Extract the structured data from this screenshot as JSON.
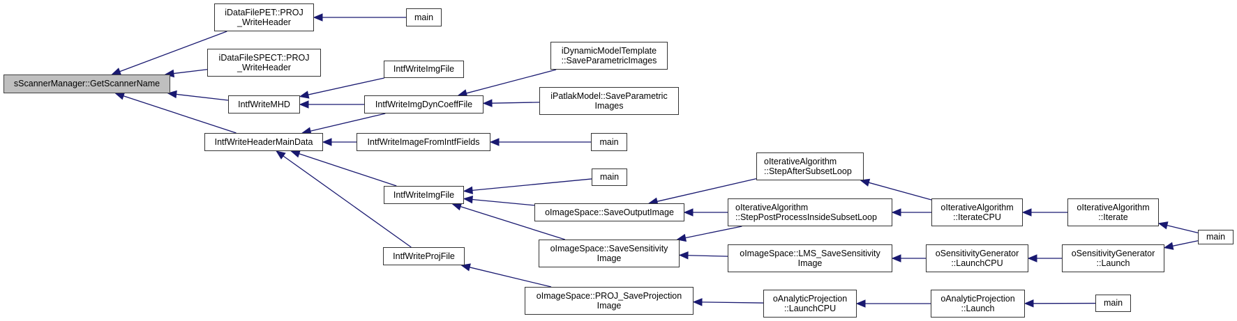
{
  "diagram": {
    "type": "call-graph",
    "edge_color": "#191970",
    "root_fill": "#bfbfbf",
    "nodes": [
      {
        "id": "root",
        "lines": [
          "sScannerManager::GetScannerName"
        ],
        "root": true
      },
      {
        "id": "pet",
        "lines": [
          "iDataFilePET::PROJ",
          "_WriteHeader"
        ]
      },
      {
        "id": "main1",
        "lines": [
          "main"
        ]
      },
      {
        "id": "spect",
        "lines": [
          "iDataFileSPECT::PROJ",
          "_WriteHeader"
        ]
      },
      {
        "id": "imgfile1",
        "lines": [
          "IntfWriteImgFile"
        ]
      },
      {
        "id": "mhd",
        "lines": [
          "IntfWriteMHD"
        ]
      },
      {
        "id": "dyncoeff",
        "lines": [
          "IntfWriteImgDynCoeffFile"
        ]
      },
      {
        "id": "dynmodel",
        "lines": [
          "iDynamicModelTemplate",
          "::SaveParametricImages"
        ]
      },
      {
        "id": "patlak",
        "lines": [
          "iPatlakModel::SaveParametric",
          "Images"
        ]
      },
      {
        "id": "headermain",
        "lines": [
          "IntfWriteHeaderMainData"
        ]
      },
      {
        "id": "imgfromfields",
        "lines": [
          "IntfWriteImageFromIntfFields"
        ]
      },
      {
        "id": "main2",
        "lines": [
          "main"
        ]
      },
      {
        "id": "imgfile2",
        "lines": [
          "IntfWriteImgFile"
        ]
      },
      {
        "id": "main3",
        "lines": [
          "main"
        ]
      },
      {
        "id": "saveoutput",
        "lines": [
          "oImageSpace::SaveOutputImage"
        ]
      },
      {
        "id": "savesens",
        "lines": [
          "oImageSpace::SaveSensitivity",
          "Image"
        ]
      },
      {
        "id": "projfile",
        "lines": [
          "IntfWriteProjFile"
        ]
      },
      {
        "id": "saveproj",
        "lines": [
          "oImageSpace::PROJ_SaveProjection",
          "Image"
        ]
      },
      {
        "id": "stepafter",
        "lines": [
          "oIterativeAlgorithm",
          "::StepAfterSubsetLoop"
        ],
        "left": true
      },
      {
        "id": "steppost",
        "lines": [
          "oIterativeAlgorithm",
          "::StepPostProcessInsideSubsetLoop"
        ],
        "left": true
      },
      {
        "id": "lmssens",
        "lines": [
          "oImageSpace::LMS_SaveSensitivity",
          "Image"
        ]
      },
      {
        "id": "analyticcpu",
        "lines": [
          "oAnalyticProjection",
          "::LaunchCPU"
        ]
      },
      {
        "id": "iteratecpu",
        "lines": [
          "oIterativeAlgorithm",
          "::IterateCPU"
        ]
      },
      {
        "id": "sensgencpu",
        "lines": [
          "oSensitivityGenerator",
          "::LaunchCPU"
        ]
      },
      {
        "id": "analyticlaunch",
        "lines": [
          "oAnalyticProjection",
          "::Launch"
        ]
      },
      {
        "id": "iterate",
        "lines": [
          "oIterativeAlgorithm",
          "::Iterate"
        ]
      },
      {
        "id": "sensgenlaunch",
        "lines": [
          "oSensitivityGenerator",
          "::Launch"
        ]
      },
      {
        "id": "main4",
        "lines": [
          "main"
        ]
      },
      {
        "id": "main5",
        "lines": [
          "main"
        ]
      }
    ],
    "edges": [
      {
        "from": "pet",
        "to": "root"
      },
      {
        "from": "spect",
        "to": "root"
      },
      {
        "from": "mhd",
        "to": "root"
      },
      {
        "from": "headermain",
        "to": "root"
      },
      {
        "from": "main1",
        "to": "pet"
      },
      {
        "from": "imgfile1",
        "to": "mhd"
      },
      {
        "from": "dyncoeff",
        "to": "mhd"
      },
      {
        "from": "dyncoeff",
        "to": "headermain"
      },
      {
        "from": "dynmodel",
        "to": "dyncoeff"
      },
      {
        "from": "patlak",
        "to": "dyncoeff"
      },
      {
        "from": "imgfromfields",
        "to": "headermain"
      },
      {
        "from": "main2",
        "to": "imgfromfields"
      },
      {
        "from": "imgfile2",
        "to": "headermain"
      },
      {
        "from": "projfile",
        "to": "headermain"
      },
      {
        "from": "main3",
        "to": "imgfile2"
      },
      {
        "from": "saveoutput",
        "to": "imgfile2"
      },
      {
        "from": "savesens",
        "to": "imgfile2"
      },
      {
        "from": "saveproj",
        "to": "projfile"
      },
      {
        "from": "stepafter",
        "to": "saveoutput"
      },
      {
        "from": "steppost",
        "to": "saveoutput"
      },
      {
        "from": "steppost",
        "to": "savesens"
      },
      {
        "from": "lmssens",
        "to": "savesens"
      },
      {
        "from": "analyticcpu",
        "to": "saveproj"
      },
      {
        "from": "iteratecpu",
        "to": "stepafter"
      },
      {
        "from": "iteratecpu",
        "to": "steppost"
      },
      {
        "from": "sensgencpu",
        "to": "lmssens"
      },
      {
        "from": "analyticlaunch",
        "to": "analyticcpu"
      },
      {
        "from": "iterate",
        "to": "iteratecpu"
      },
      {
        "from": "sensgenlaunch",
        "to": "sensgencpu"
      },
      {
        "from": "main5",
        "to": "analyticlaunch"
      },
      {
        "from": "main4",
        "to": "iterate"
      },
      {
        "from": "main4",
        "to": "sensgenlaunch"
      }
    ]
  }
}
